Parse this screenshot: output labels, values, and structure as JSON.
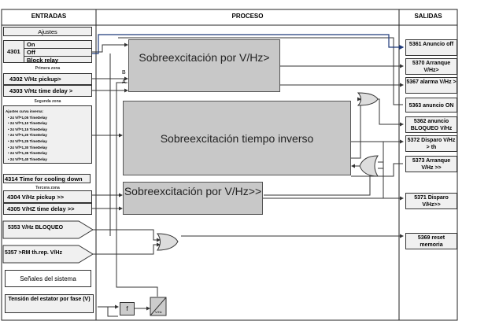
{
  "headers": {
    "inputs": "ENTRADAS",
    "process": "PROCESO",
    "outputs": "SALIDAS"
  },
  "inputs": {
    "ajustes": "Ajustes",
    "p4301": {
      "code": "4301",
      "on": "On",
      "off": "Off",
      "block": "Block relay"
    },
    "zone1": "Primera zona",
    "p4302": "4302  V/Hz pickup>",
    "p4303": "4303  V/Hz time delay >",
    "zone2": "Segunda zona",
    "curve_title": "Ajustes curva inversa:",
    "curve_items": [
      "24 V/f=1,05 TimeDelay",
      "24 V/f=1,10 TimeDelay",
      "24 V/f=1,15 TimeDelay",
      "24 V/f=1,20 TimeDelay",
      "24 V/f=1,25 TimeDelay",
      "24 V/f=1,30 TimeDelay",
      "24 V/f=1,35 TimeDelay",
      "24 V/f=1,40 TimeDelay"
    ],
    "p4314": "4314 Time for cooling down",
    "zone3": "Tercera zona",
    "p4304": "4304 V/Hz pickup >>",
    "p4305": "4305 V/HZ time delay >>",
    "s5353": "5353 V/Hz BLOQUEO",
    "s5357": "5357 >RM th.rep. V/Hz",
    "system": "Señales del sistema",
    "voltage": "Tensión del estator por fase (V)"
  },
  "process": {
    "block1": "Sobreexcitación por V/Hz>",
    "block2": "Sobreexcitación tiempo inverso",
    "block3": "Sobreexcitación por V/Hz>>",
    "label_b": "B",
    "label_a": "A",
    "f_block": "f",
    "vhz_block": "V/Hz"
  },
  "outputs": [
    "5361 Anuncio off",
    "5370 Arranque V/Hz>",
    "5367 alarma V/Hz >",
    "5363 anuncio ON",
    "5362 anuncio BLOQUEO V/Hz",
    "5372 Disparo V/Hz > th",
    "5373 Arranque V/Hz >>",
    "5371 Disparo V/Hz>>",
    "5369 reset memoria"
  ]
}
